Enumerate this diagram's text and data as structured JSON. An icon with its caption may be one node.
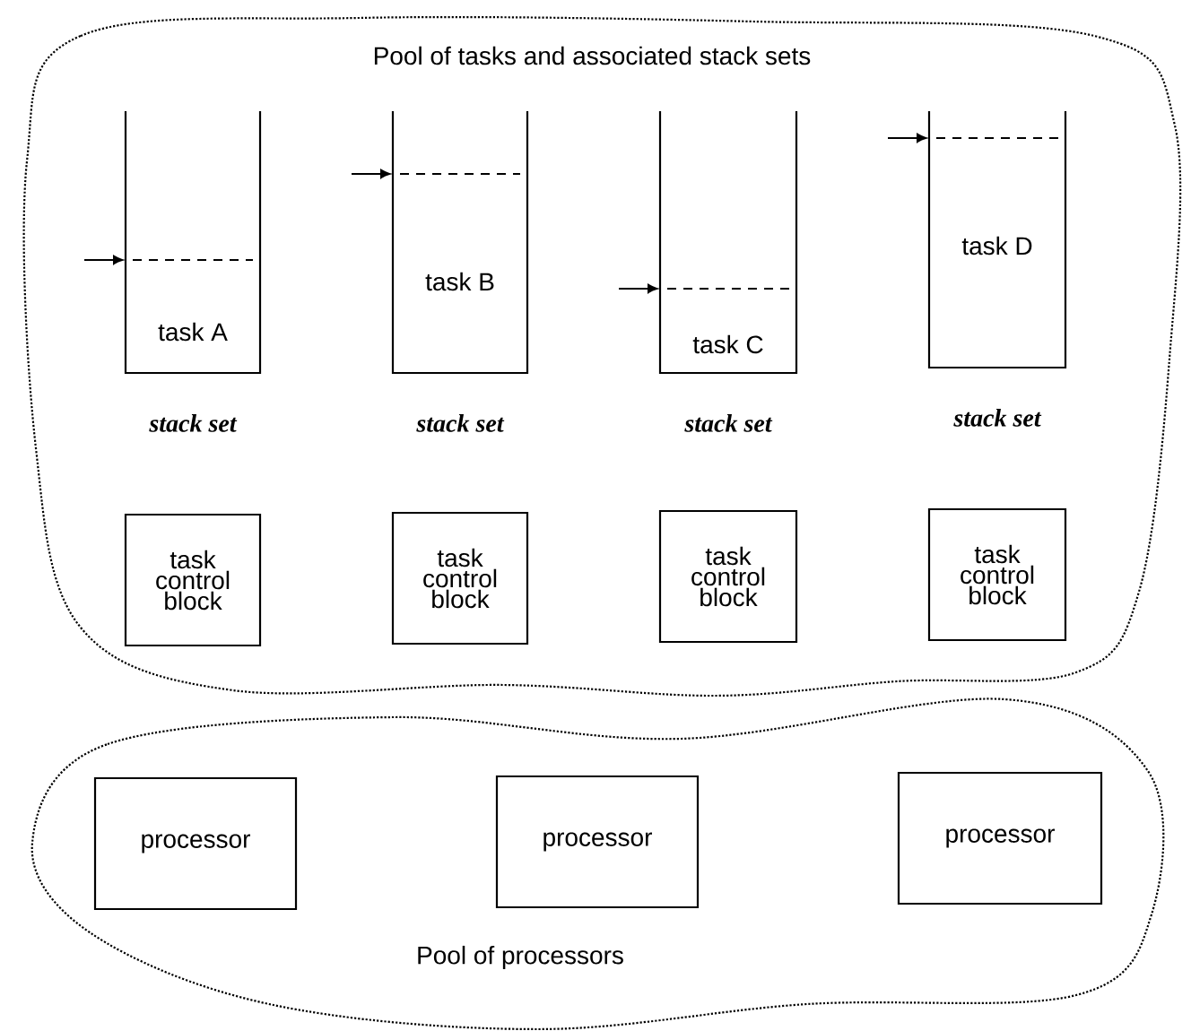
{
  "diagram": {
    "nodes": [
      {
        "text": [
          "Pool of tasks and associated stack sets"
        ]
      },
      {
        "text": [
          "task A"
        ],
        "beside": [
          "stack set"
        ],
        "in": 0
      },
      {
        "text": [
          "task B"
        ],
        "beside": [
          "stack set"
        ],
        "in": 0
      },
      {
        "text": [
          "task C"
        ],
        "beside": [
          "stack set"
        ],
        "in": 0
      },
      {
        "text": [
          "task D"
        ],
        "beside": [
          "stack set"
        ],
        "in": 0
      },
      {
        "text": [
          "task control block"
        ],
        "in": 0
      },
      {
        "text": [
          "task control block"
        ],
        "in": 0
      },
      {
        "text": [
          "task control block"
        ],
        "in": 0
      },
      {
        "text": [
          "task control block"
        ],
        "in": 0
      },
      {
        "text": [
          "Pool of processors"
        ]
      },
      {
        "text": [
          "processor"
        ],
        "in": 9
      },
      {
        "text": [
          "processor"
        ],
        "in": 9
      },
      {
        "text": [
          "processor"
        ],
        "in": 9
      }
    ]
  }
}
